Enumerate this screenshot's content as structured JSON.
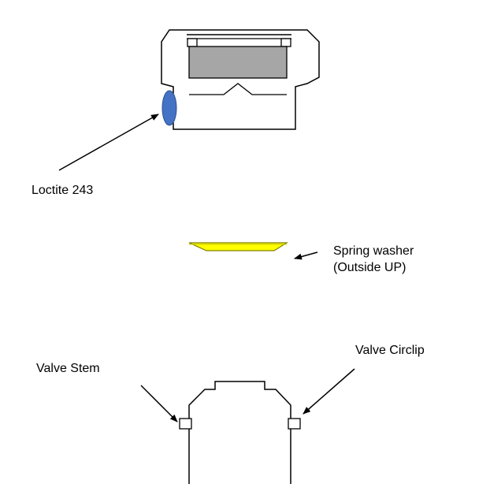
{
  "labels": {
    "loctite": "Loctite 243",
    "spring_washer_line1": "Spring washer",
    "spring_washer_line2": "(Outside UP)",
    "valve_circlip": "Valve Circlip",
    "valve_stem": "Valve Stem"
  },
  "colors": {
    "outline": "#000000",
    "background": "#ffffff",
    "insert_fill": "#a6a6a6",
    "loctite_dot": "#4472c4",
    "washer_fill": "#ffff00"
  }
}
